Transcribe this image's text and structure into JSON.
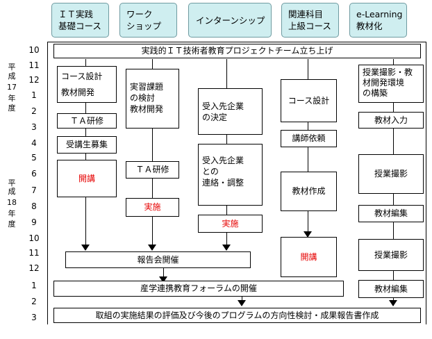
{
  "headers": [
    "ＩＴ実践\n基礎コース",
    "ワーク\nショップ",
    "インターンシップ",
    "関連科目\n上級コース",
    "e-Learning\n教材化"
  ],
  "timeline": {
    "year1": [
      "平",
      "成",
      "17",
      "年",
      "度"
    ],
    "year2": [
      "平",
      "成",
      "18",
      "年",
      "度"
    ],
    "months": [
      "10",
      "11",
      "12",
      "1",
      "2",
      "3",
      "4",
      "5",
      "6",
      "7",
      "8",
      "9",
      "10",
      "11",
      "12",
      "1",
      "2",
      "3"
    ]
  },
  "boxes": {
    "launch": "実践的ＩＴ技術者教育プロジェクトチーム立ち上げ",
    "report_meeting": "報告会開催",
    "forum": "産学連携教育フォーラムの開催",
    "final": "取組の実施結果の評価及び今後のプログラムの方向性検討・成果報告書作成",
    "basic_design": "コース設計\n教材開発",
    "ta_training1": "ＴＡ研修",
    "recruit": "受講生募集",
    "open1": "開講",
    "ws_design": "実習課題\nの検討\n教材開発",
    "ta_training2": "ＴＡ研修",
    "implement1": "実施",
    "host_decide": "受入先企業\nの決定",
    "host_contact": "受入先企業\nとの\n連絡・調整",
    "implement2": "実施",
    "adv_design": "コース設計",
    "lecturer": "講師依頼",
    "material_make": "教材作成",
    "open2": "開講",
    "el_build": "授業撮影・教\n材開発環境\nの構築",
    "material_input": "教材入力",
    "film1": "授業撮影",
    "edit1": "教材編集",
    "film2": "授業撮影",
    "edit2": "教材編集"
  }
}
